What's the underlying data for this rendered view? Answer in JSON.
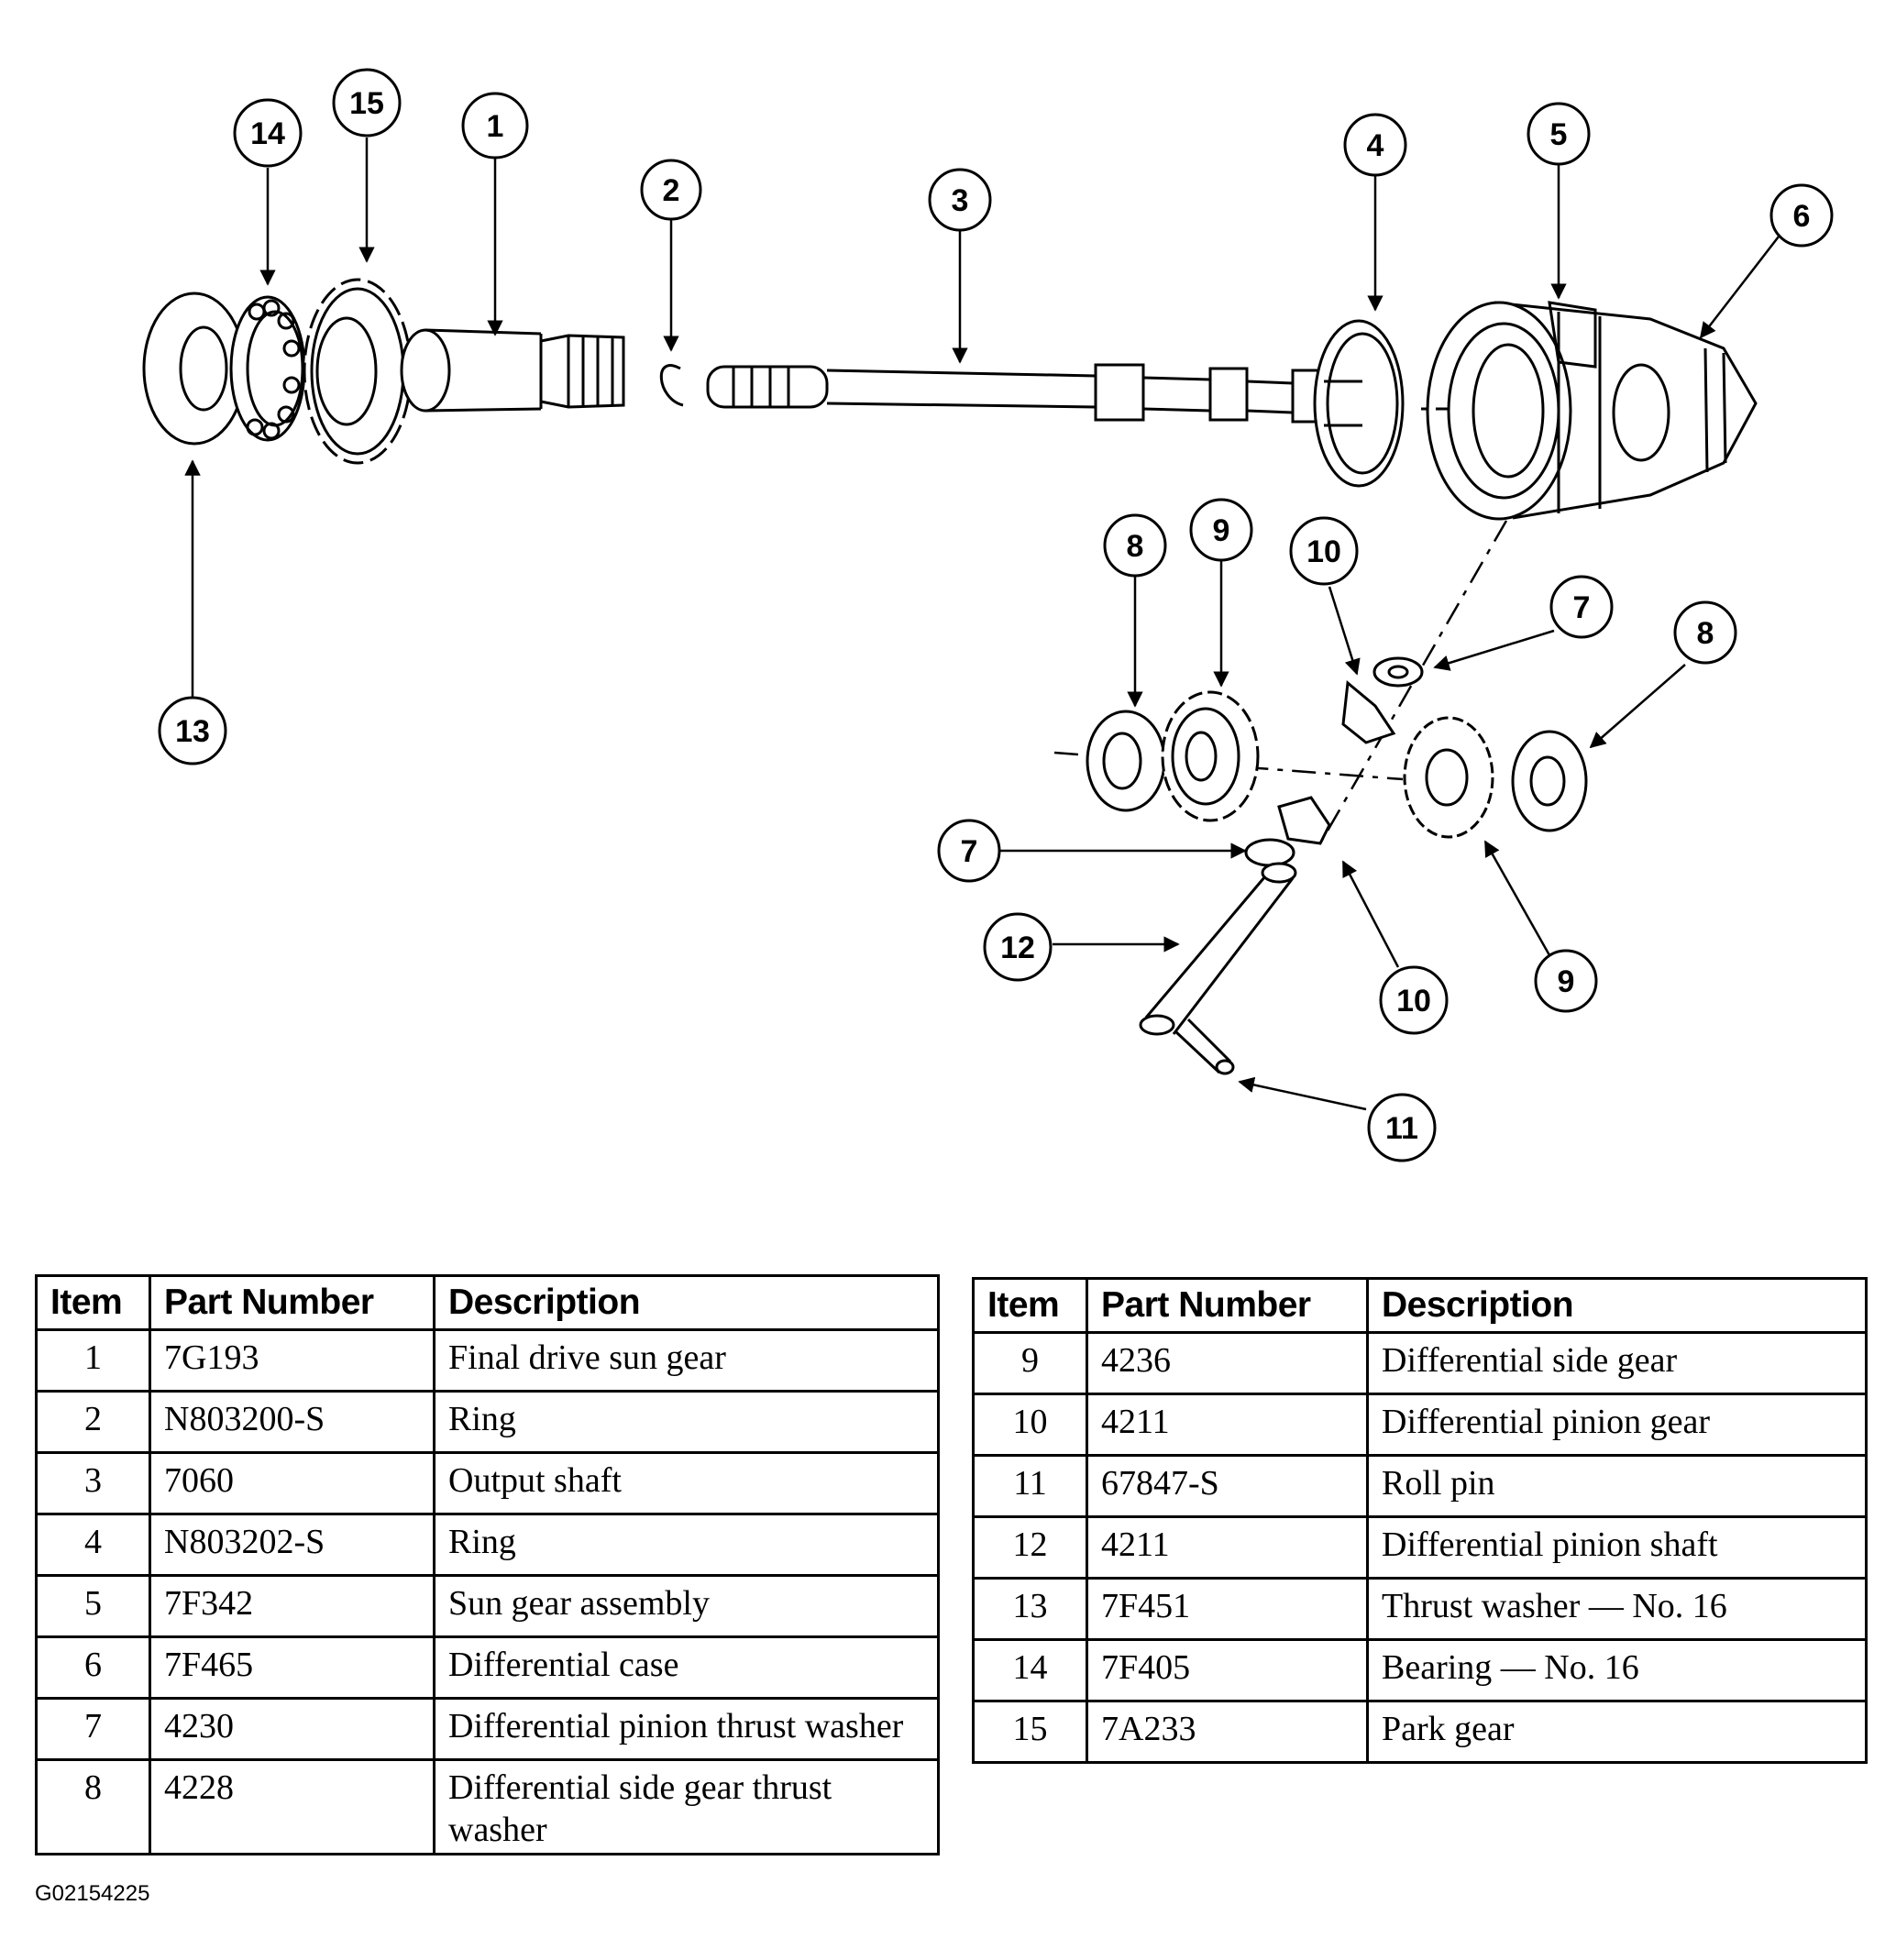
{
  "callouts": [
    "1",
    "2",
    "3",
    "4",
    "5",
    "6",
    "7",
    "8",
    "9",
    "10",
    "11",
    "12",
    "13",
    "14",
    "15"
  ],
  "table_headers": {
    "item": "Item",
    "part_number": "Part Number",
    "description": "Description"
  },
  "parts_left": [
    {
      "item": "1",
      "part": "7G193",
      "desc": "Final drive sun gear"
    },
    {
      "item": "2",
      "part": "N803200-S",
      "desc": "Ring"
    },
    {
      "item": "3",
      "part": "7060",
      "desc": "Output shaft"
    },
    {
      "item": "4",
      "part": "N803202-S",
      "desc": "Ring"
    },
    {
      "item": "5",
      "part": "7F342",
      "desc": "Sun gear assembly"
    },
    {
      "item": "6",
      "part": "7F465",
      "desc": "Differential case"
    },
    {
      "item": "7",
      "part": "4230",
      "desc": "Differential pinion thrust washer"
    },
    {
      "item": "8",
      "part": "4228",
      "desc": "Differential side gear thrust washer"
    }
  ],
  "parts_right": [
    {
      "item": "9",
      "part": "4236",
      "desc": "Differential side gear"
    },
    {
      "item": "10",
      "part": "4211",
      "desc": "Differential pinion gear"
    },
    {
      "item": "11",
      "part": "67847-S",
      "desc": "Roll pin"
    },
    {
      "item": "12",
      "part": "4211",
      "desc": "Differential pinion shaft"
    },
    {
      "item": "13",
      "part": "7F451",
      "desc": "Thrust washer — No. 16"
    },
    {
      "item": "14",
      "part": "7F405",
      "desc": "Bearing — No. 16"
    },
    {
      "item": "15",
      "part": "7A233",
      "desc": "Park gear"
    }
  ],
  "figure_id": "G02154225"
}
